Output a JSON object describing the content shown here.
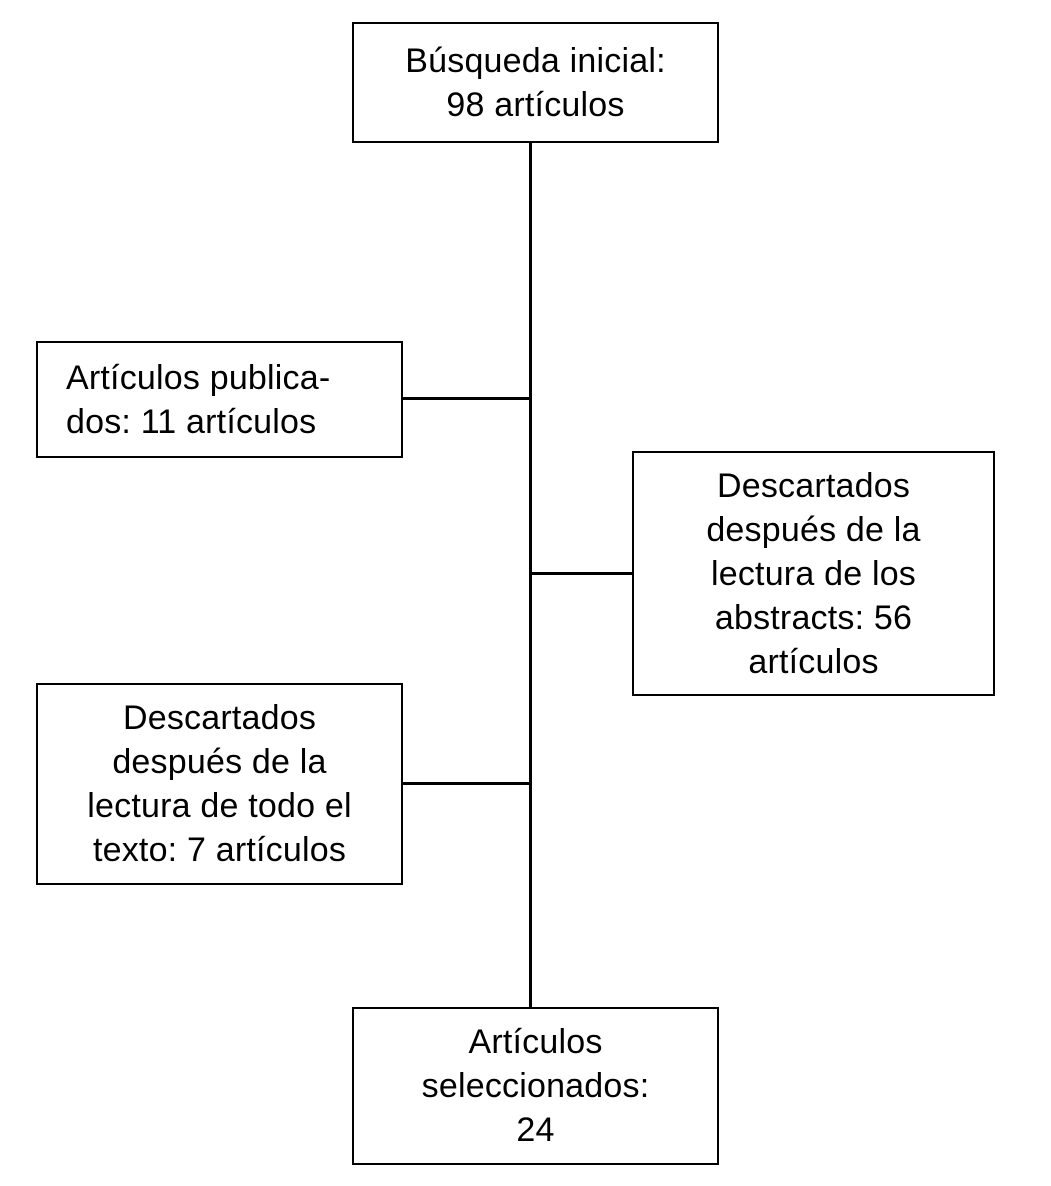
{
  "diagram": {
    "type": "flowchart",
    "language": "es",
    "colors": {
      "background": "#ffffff",
      "box_fill": "#ffffff",
      "border": "#000000",
      "text": "#000000"
    },
    "nodes": {
      "initial": {
        "count": 98,
        "lines": [
          "Búsqueda inicial:",
          "98 artículos"
        ]
      },
      "published": {
        "count": 11,
        "lines": [
          "Artículos publica-",
          "dos: 11 artículos"
        ]
      },
      "discarded_abstracts": {
        "count": 56,
        "lines": [
          "Descartados",
          "después de la",
          "lectura de los",
          "abstracts: 56",
          "artículos"
        ]
      },
      "discarded_fulltext": {
        "count": 7,
        "lines": [
          "Descartados",
          "después de la",
          "lectura de todo el",
          "texto: 7 artículos"
        ]
      },
      "selected": {
        "count": 24,
        "lines": [
          "Artículos",
          "seleccionados:",
          "24"
        ]
      }
    },
    "edges": [
      {
        "from": "initial",
        "to": "selected",
        "shape": "vertical-spine"
      },
      {
        "from": "spine",
        "to": "published",
        "shape": "horizontal-branch-left"
      },
      {
        "from": "spine",
        "to": "discarded_abstracts",
        "shape": "horizontal-branch-right"
      },
      {
        "from": "spine",
        "to": "discarded_fulltext",
        "shape": "horizontal-branch-left"
      }
    ]
  }
}
